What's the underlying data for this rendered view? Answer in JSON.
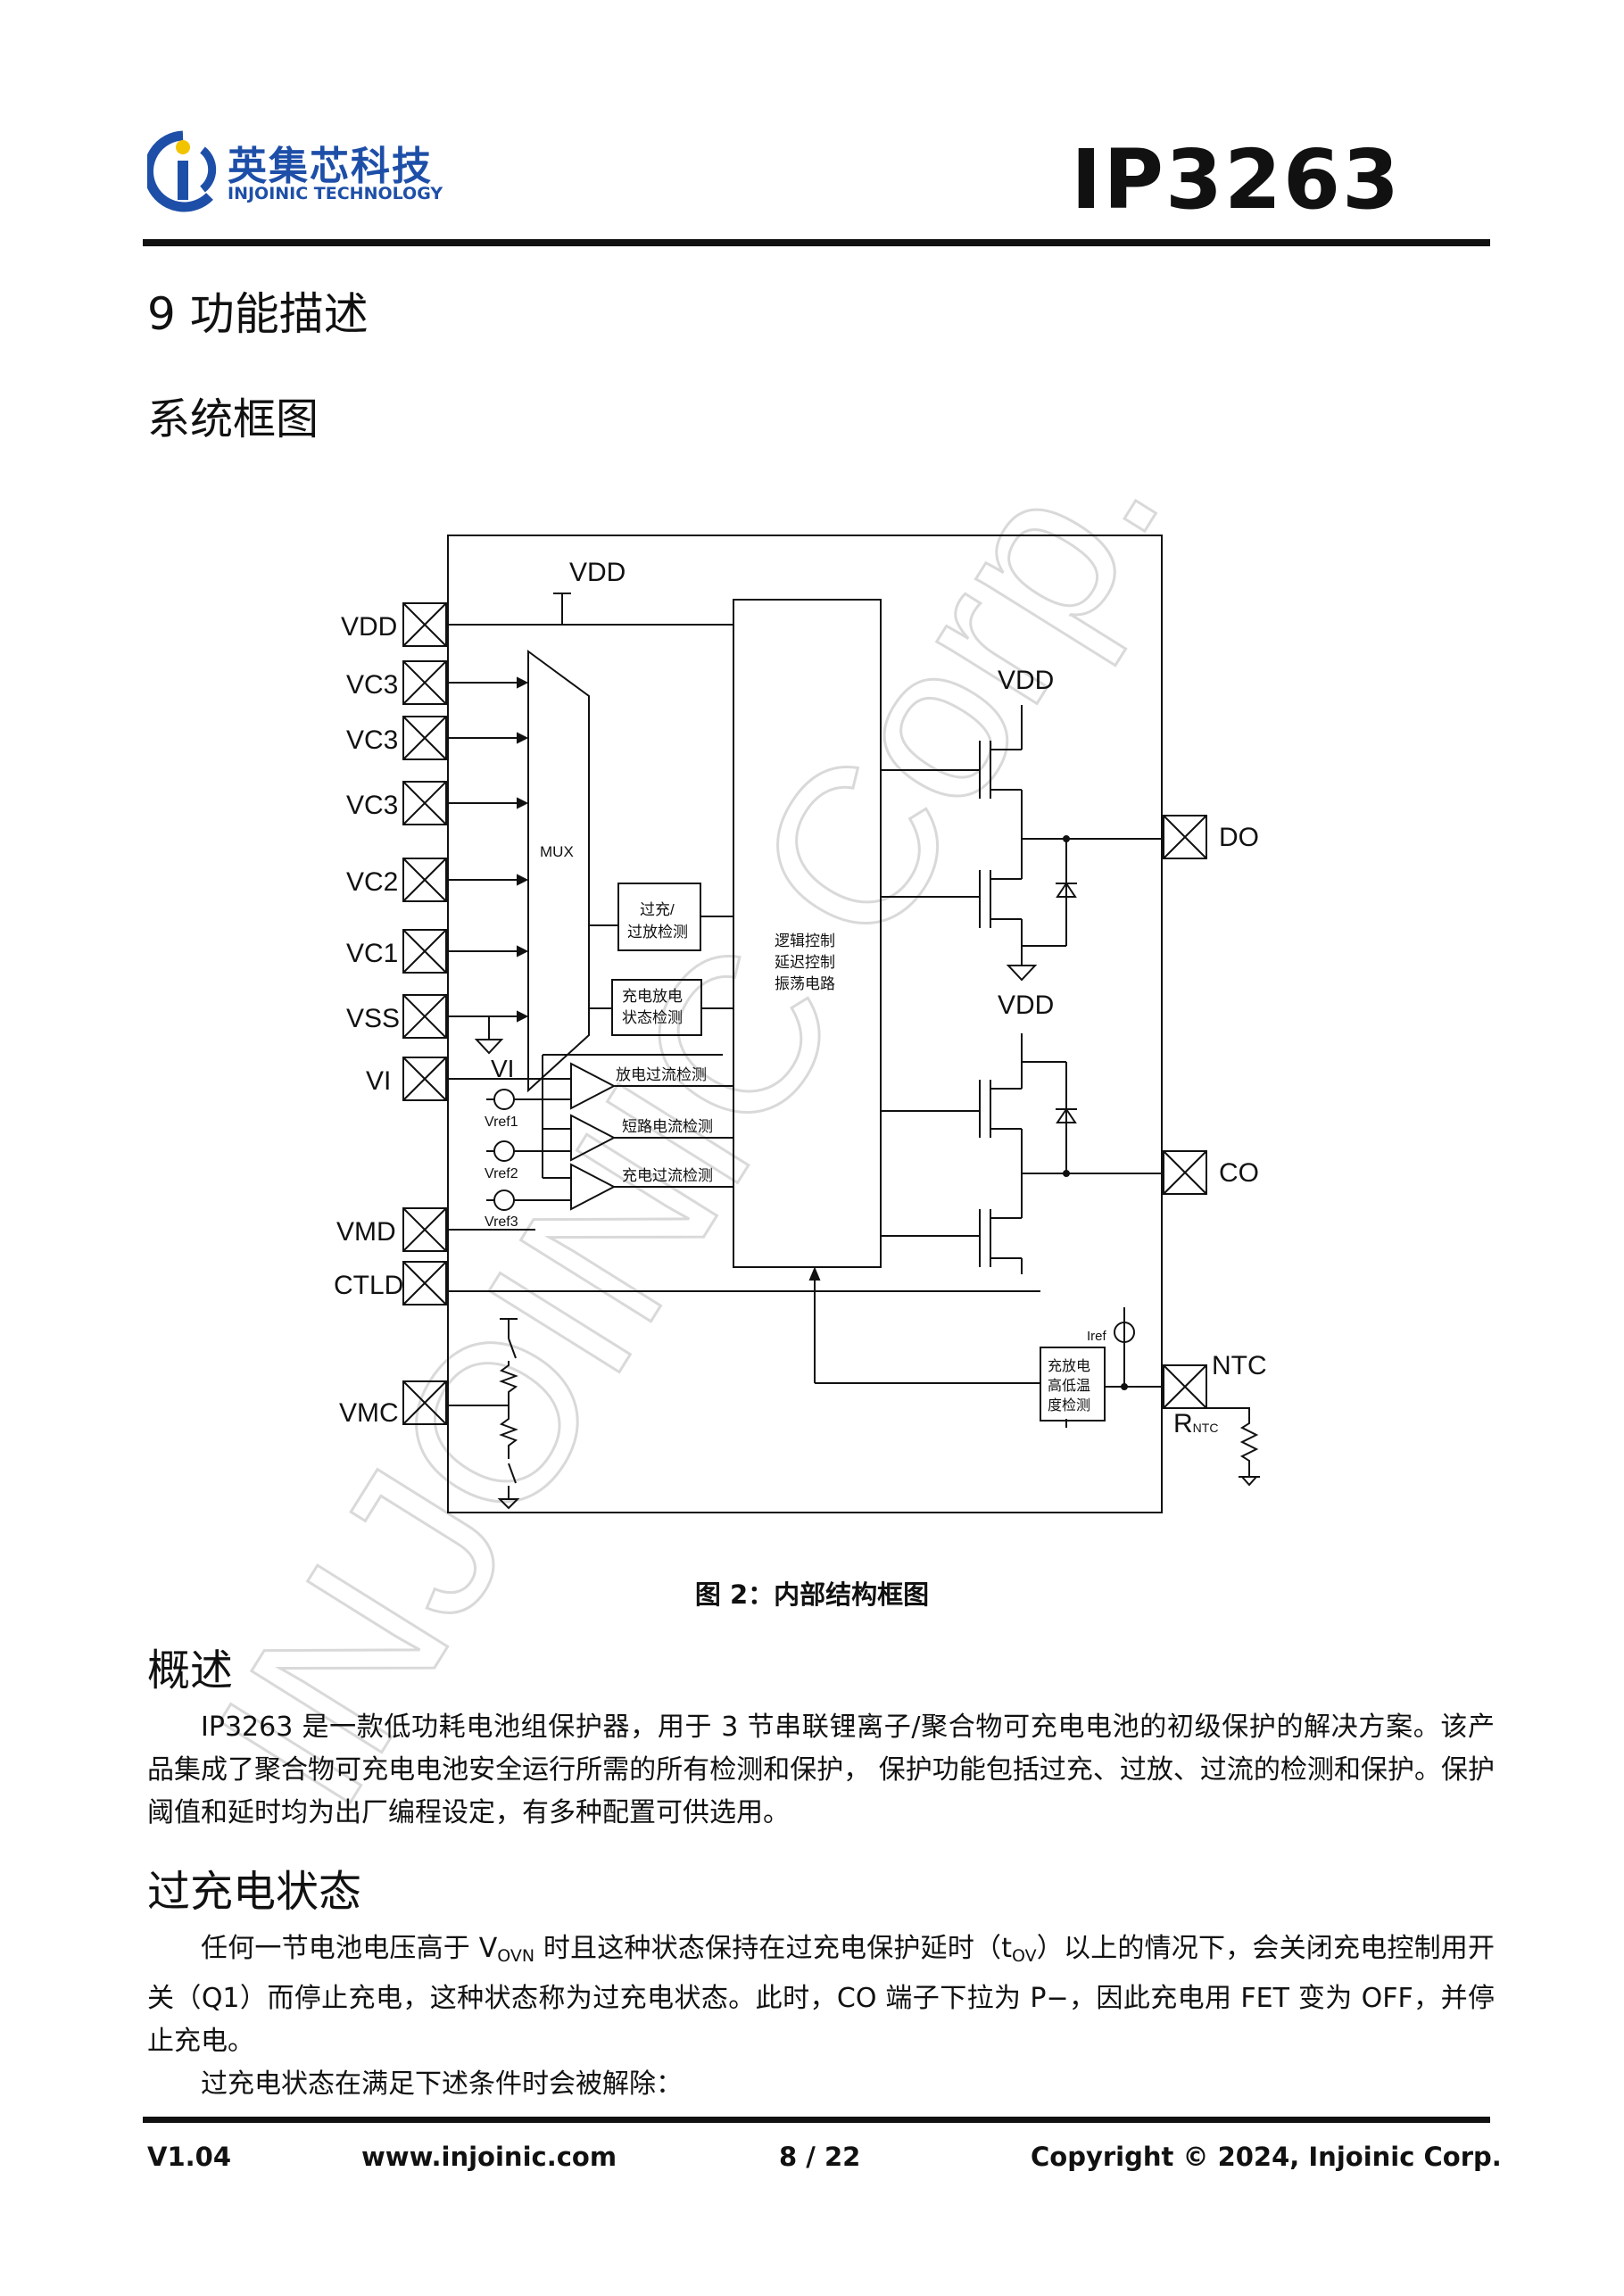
{
  "header": {
    "logo_cn": "英集芯科技",
    "logo_en": "INJOINIC TECHNOLOGY",
    "part_number": "IP3263"
  },
  "section_title": "9  功能描述",
  "subsection_block": "系统框图",
  "diagram": {
    "pins_left": [
      "VDD",
      "VC3",
      "VC3",
      "VC3",
      "VC2",
      "VC1",
      "VSS",
      "VI",
      "VMD",
      "CTLD",
      "VMC"
    ],
    "pins_right": [
      "DO",
      "CO",
      "NTC"
    ],
    "vdd_top": "VDD",
    "vdd_do": "VDD",
    "vdd_co": "VDD",
    "mux": "MUX",
    "block_ovp_1": "过充/",
    "block_ovp_2": "过放检测",
    "block_state_1": "充电放电",
    "block_state_2": "状态检测",
    "logic_1": "逻辑控制",
    "logic_2": "延迟控制",
    "logic_3": "振荡电路",
    "comp_1": "放电过流检测",
    "comp_2": "短路电流检测",
    "comp_3": "充电过流检测",
    "vi_label": "VI",
    "vref1": "Vref1",
    "vref2": "Vref2",
    "vref3": "Vref3",
    "iref": "Iref",
    "temp_1": "充放电",
    "temp_2": "高低温",
    "temp_3": "度检测",
    "rntc_r": "R",
    "rntc_sub": "NTC"
  },
  "figure_caption": "图 2：内部结构框图",
  "overview": {
    "title": "概述",
    "body": "IP3263 是一款低功耗电池组保护器，用于 3 节串联锂离子/聚合物可充电电池的初级保护的解决方案。该产品集成了聚合物可充电电池安全运行所需的所有检测和保护， 保护功能包括过充、过放、过流的检测和保护。保护阈值和延时均为出厂编程设定，有多种配置可供选用。"
  },
  "overcharge": {
    "title": "过充电状态",
    "p1_a": "任何一节电池电压高于 V",
    "p1_sub1": "OVN",
    "p1_b": " 时且这种状态保持在过充电保护延时（t",
    "p1_sub2": "OV",
    "p1_c": "）以上的情况下，会关闭充电控制用开关（Q1）而停止充电，这种状态称为过充电状态。此时，CO 端子下拉为 P−，因此充电用 FET 变为 OFF，并停止充电。",
    "p2": "过充电状态在满足下述条件时会被解除："
  },
  "footer": {
    "version": "V1.04",
    "website": "www.injoinic.com",
    "page": "8 / 22",
    "copyright": "Copyright © 2024, Injoinic Corp."
  },
  "watermark": "INJOINIC Corp.",
  "colors": {
    "brand_blue": "#1e4fa8",
    "logo_yellow": "#f2c400",
    "watermark": "#d6d6d6"
  }
}
